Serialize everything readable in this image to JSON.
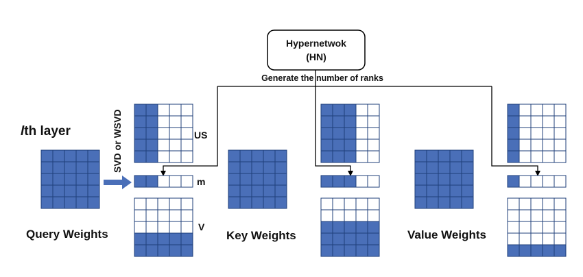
{
  "hypernetwork": {
    "line1": "Hypernetwok",
    "line2": "(HN)"
  },
  "generate_label": "Generate the number of ranks",
  "layer_label": {
    "italic": "l",
    "rest": "th layer"
  },
  "svd_label": "SVD or WSVD",
  "factor_labels": {
    "us": "US",
    "m": "m",
    "v": "V"
  },
  "weights": {
    "query": "Query Weights",
    "key": "Key Weights",
    "value": "Value Weights"
  },
  "colors": {
    "fill": "#4a6fb8",
    "grid_line": "#1f3f7a",
    "arrow": "#4a6fb8",
    "line": "#000000"
  },
  "factorizations": [
    {
      "name": "query",
      "us_filled_cols": 2,
      "m_filled": 2,
      "v_filled_rows": 2
    },
    {
      "name": "key",
      "us_filled_cols": 3,
      "m_filled": 3,
      "v_filled_rows": 3
    },
    {
      "name": "value",
      "us_filled_cols": 1,
      "m_filled": 1,
      "v_filled_rows": 1
    }
  ]
}
